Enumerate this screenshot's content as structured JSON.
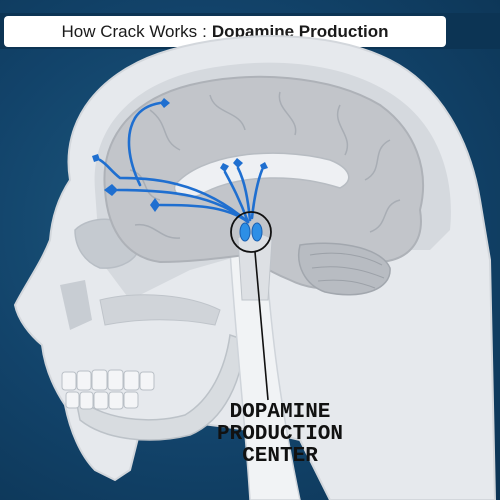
{
  "header": {
    "title_prefix": "How Crack Works",
    "separator": ":",
    "title_main": "Dopamine Production"
  },
  "label": {
    "line1": "DOPAMINE",
    "line2": "PRODUCTION",
    "line3": "CENTER"
  },
  "colors": {
    "background": "#12436a",
    "head": "#e9ecef",
    "brain": "#c4c7cc",
    "pathway": "#1f6fd0",
    "nucleus": "#2d8fe6"
  }
}
